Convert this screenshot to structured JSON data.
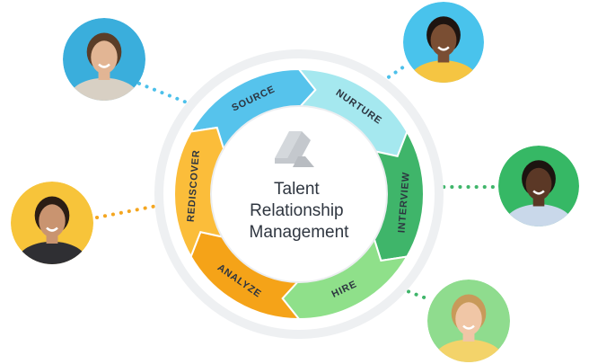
{
  "center": {
    "lines": [
      "Talent",
      "Relationship",
      "Management"
    ]
  },
  "stages": [
    {
      "label": "SOURCE",
      "color": "#56c3ec"
    },
    {
      "label": "NURTURE",
      "color": "#a5e8ef"
    },
    {
      "label": "INTERVIEW",
      "color": "#3fb56a"
    },
    {
      "label": "HIRE",
      "color": "#8fe08a"
    },
    {
      "label": "ANALYZE",
      "color": "#f5a318"
    },
    {
      "label": "REDISCOVER",
      "color": "#fbbd3a"
    }
  ],
  "people": [
    {
      "name": "person-top-left",
      "bg": "#3aaedc",
      "shirt": "#d8d0c4",
      "skin": "#e2b594",
      "hair": "#5a3d28"
    },
    {
      "name": "person-top-right",
      "bg": "#49c3ec",
      "shirt": "#f5c542",
      "skin": "#7a4e33",
      "hair": "#1e1410"
    },
    {
      "name": "person-right",
      "bg": "#36b865",
      "shirt": "#c9d8ea",
      "skin": "#5b3826",
      "hair": "#1c1410"
    },
    {
      "name": "person-bottom-right",
      "bg": "#8fdc8e",
      "shirt": "#f3d36a",
      "skin": "#f0c6a6",
      "hair": "#c89a5a"
    },
    {
      "name": "person-left",
      "bg": "#f7c43a",
      "shirt": "#2f2f33",
      "skin": "#c99470",
      "hair": "#2b1d14"
    }
  ],
  "colors": {
    "ring_shadow": "#e9ecef",
    "connector_blue": "#4cc0ea",
    "connector_green": "#3fb56a",
    "connector_orange": "#f4a620",
    "logo_gray": "#c4c8cd"
  }
}
